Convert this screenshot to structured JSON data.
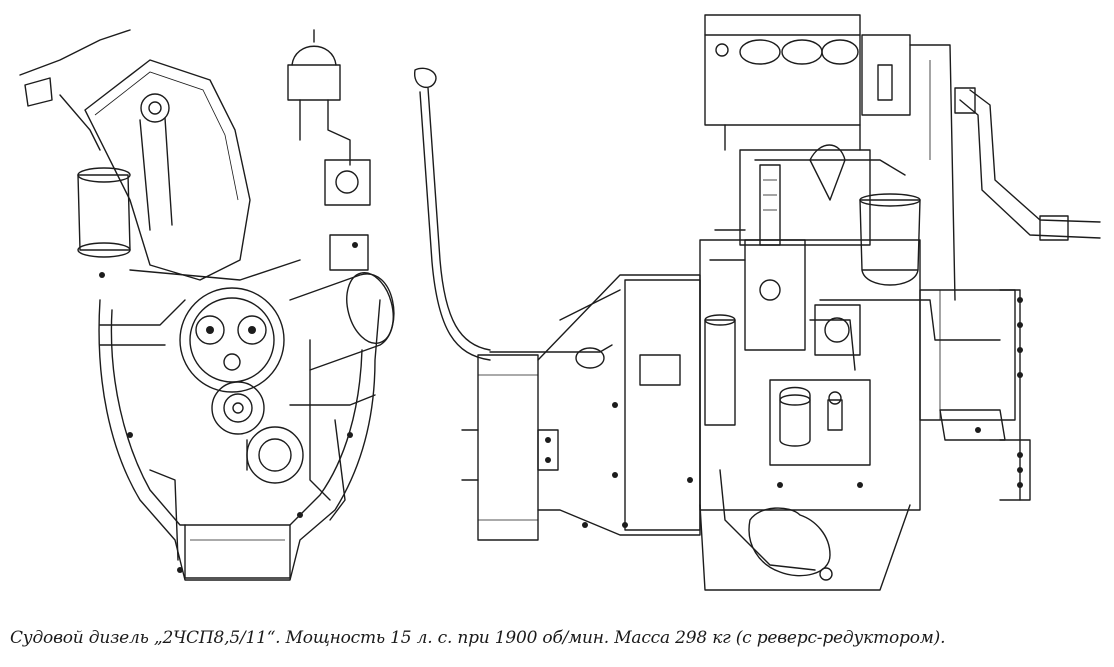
{
  "caption": "Судовой дизель „2ЧСП8,5/11“. Мощность 15 л. с. при 1900 об/мин. Масса 298 кг (с реверс-редуктором).",
  "figure": {
    "views": [
      "front-view",
      "side-view"
    ]
  }
}
